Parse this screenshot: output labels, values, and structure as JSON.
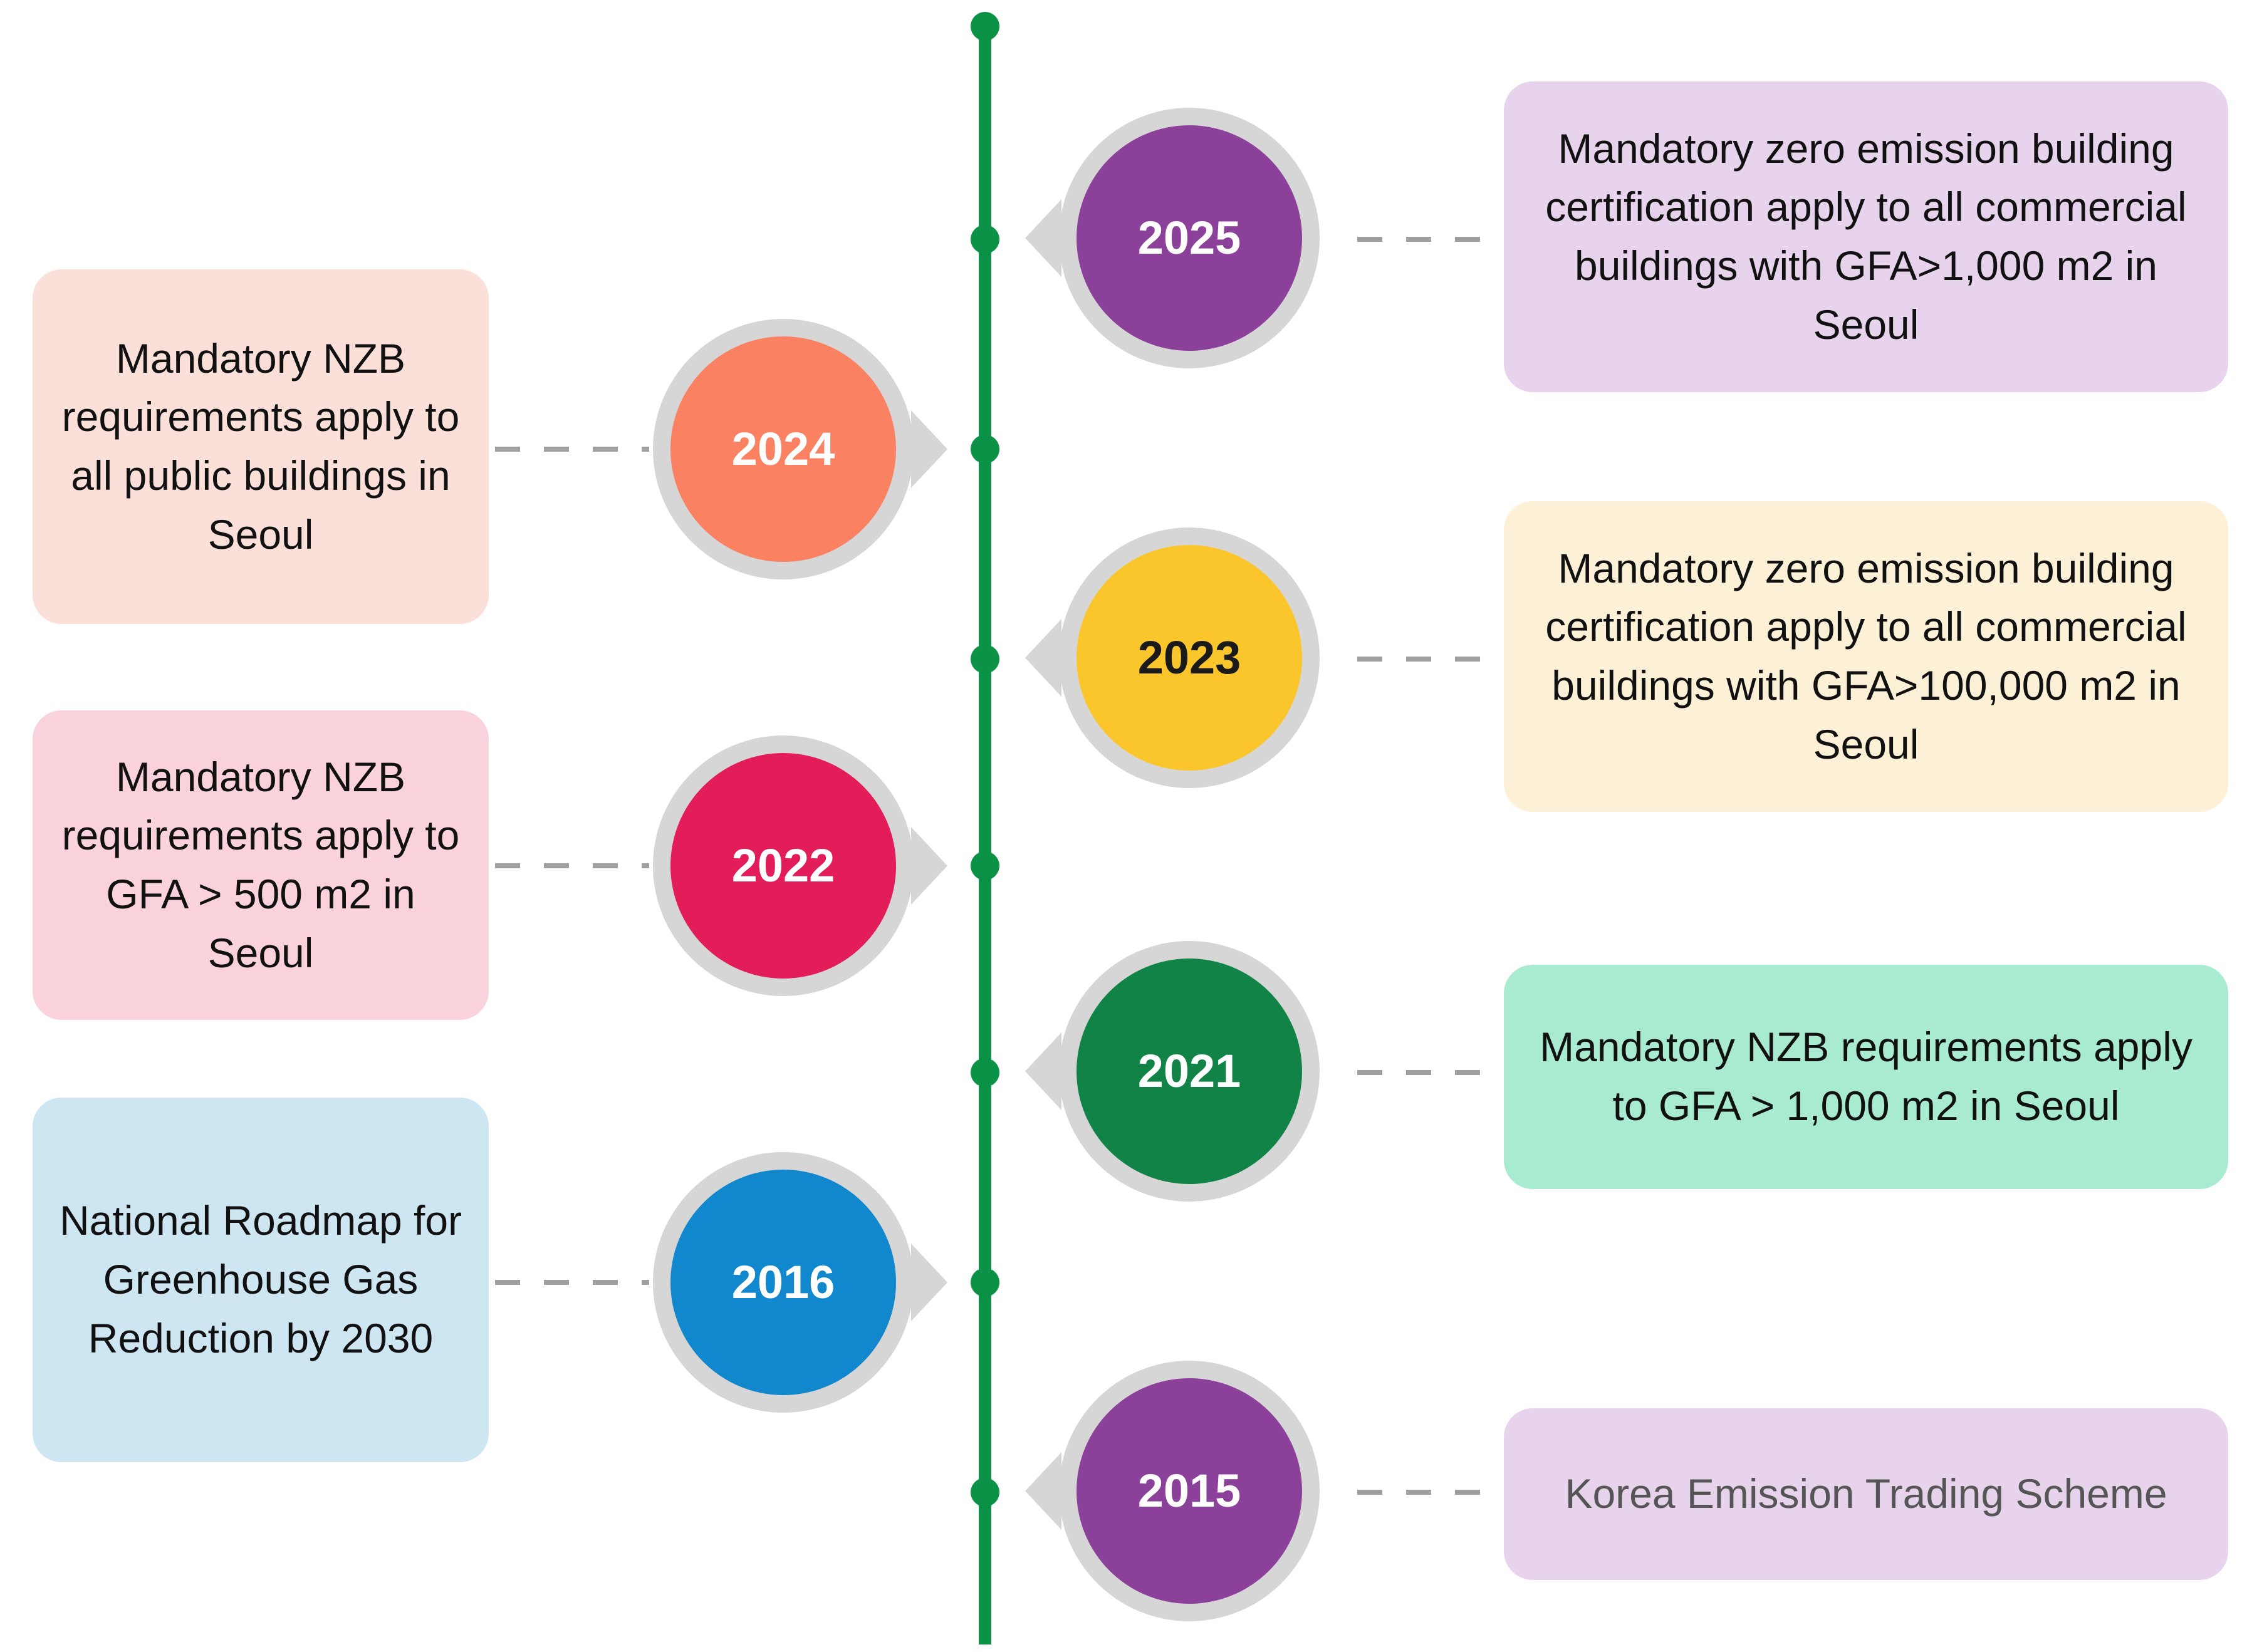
{
  "diagram": {
    "title": "Seoul / Korea zero-emission building policy timeline",
    "spine_color": "#0C9247",
    "ring_color": "#D6D6D6",
    "connector_color": "#A0A0A0"
  },
  "events": [
    {
      "year": "2025",
      "side": "right",
      "circle_color": "#8B4099",
      "year_text_color": "#FFFFFF",
      "box_color": "#E7D3EC",
      "text": "Mandatory zero emission building certification apply to all commercial buildings with GFA>1,000 m2 in Seoul"
    },
    {
      "year": "2024",
      "side": "left",
      "circle_color": "#FA8162",
      "year_text_color": "#FFFFFF",
      "box_color": "#FBE0DA",
      "text": "Mandatory NZB requirements apply to all public buildings in Seoul"
    },
    {
      "year": "2023",
      "side": "right",
      "circle_color": "#FBC62C",
      "year_text_color": "#1A1A1A",
      "box_color": "#FCF1D6",
      "text": "Mandatory zero emission building certification apply to all commercial buildings with GFA>100,000 m2 in Seoul"
    },
    {
      "year": "2022",
      "side": "left",
      "circle_color": "#E21D5A",
      "year_text_color": "#FFFFFF",
      "box_color": "#FAD2DC",
      "text": "Mandatory NZB requirements apply to GFA > 500 m2 in Seoul"
    },
    {
      "year": "2021",
      "side": "right",
      "circle_color": "#128347",
      "year_text_color": "#FFFFFF",
      "box_color": "#A8EBD0",
      "text": "Mandatory NZB requirements apply to GFA > 1,000 m2 in Seoul"
    },
    {
      "year": "2016",
      "side": "left",
      "circle_color": "#1188CE",
      "year_text_color": "#FFFFFF",
      "box_color": "#CEE5F2",
      "text": "National Roadmap for Greenhouse Gas Reduction by 2030"
    },
    {
      "year": "2015",
      "side": "right",
      "circle_color": "#8B4099",
      "year_text_color": "#FFFFFF",
      "box_color": "#E7D3EC",
      "text": "Korea Emission Trading Scheme"
    }
  ]
}
